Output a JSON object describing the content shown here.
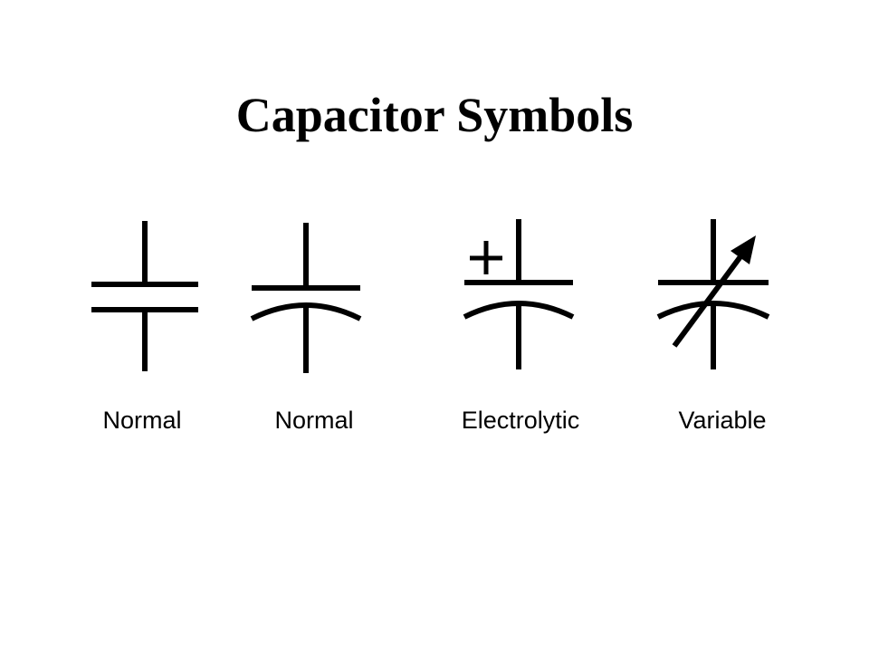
{
  "title": "Capacitor Symbols",
  "symbols": [
    {
      "kind": "normal-flat",
      "label": "Normal"
    },
    {
      "kind": "normal-curved",
      "label": "Normal"
    },
    {
      "kind": "electrolytic",
      "label": "Electrolytic",
      "polarity_mark": "+"
    },
    {
      "kind": "variable",
      "label": "Variable"
    }
  ],
  "colors": {
    "ink": "#000000",
    "background": "#ffffff"
  }
}
